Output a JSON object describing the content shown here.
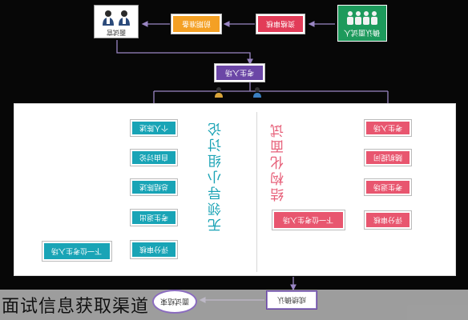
{
  "top": {
    "confirm_label": "确认面试人",
    "notify_label": "资格审核",
    "prepare_label": "前期准备",
    "interviewer_label": "面试官",
    "candidate_label": "考生入场"
  },
  "left_title": "无领导小组讨论",
  "right_title": "结构化面试",
  "left_steps": [
    "个人陈述",
    "自由讨论",
    "总结陈述",
    "考生退出",
    "评分审核"
  ],
  "left_next": "下一位考生入场",
  "right_steps": [
    "考生入场",
    "随机提问",
    "考生退场",
    "评分审核"
  ],
  "right_next": "下一位考生入场",
  "bottom": {
    "result_label": "成绩确认",
    "end_label": "面试结束"
  },
  "caption": "面试信息获取渠道"
}
